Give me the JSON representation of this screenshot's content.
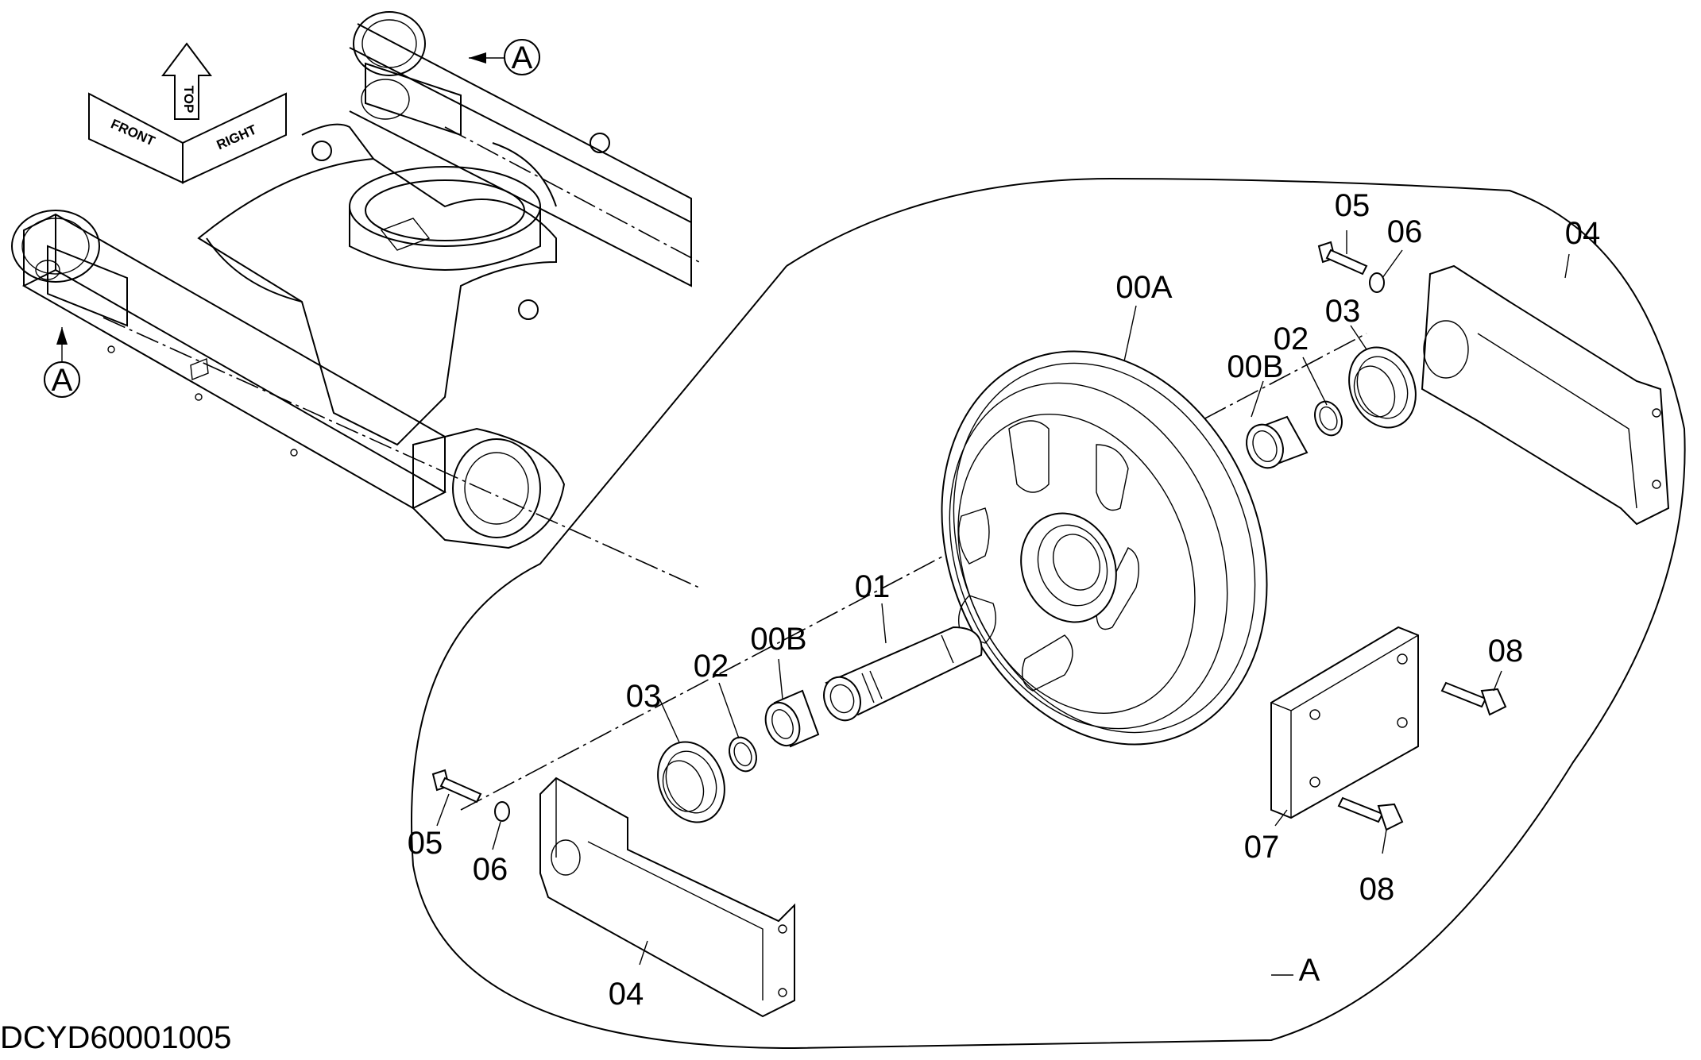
{
  "drawing_id": "DCYD60001005",
  "view_marker": "A",
  "orientation": {
    "front": "FRONT",
    "top": "TOP",
    "right": "RIGHT"
  },
  "callouts": {
    "idler_wheel": "00A",
    "bushing_rear": "00B",
    "bushing_front": "00B",
    "shaft": "01",
    "o_ring_rear": "02",
    "o_ring_front": "02",
    "seal_rear": "03",
    "seal_front": "03",
    "bracket_rear": "04",
    "bracket_front": "04",
    "bolt_rear": "05",
    "bolt_front": "05",
    "washer_rear": "06",
    "washer_front": "06",
    "plate": "07",
    "bolt_plate_upper": "08",
    "bolt_plate_lower": "08"
  }
}
